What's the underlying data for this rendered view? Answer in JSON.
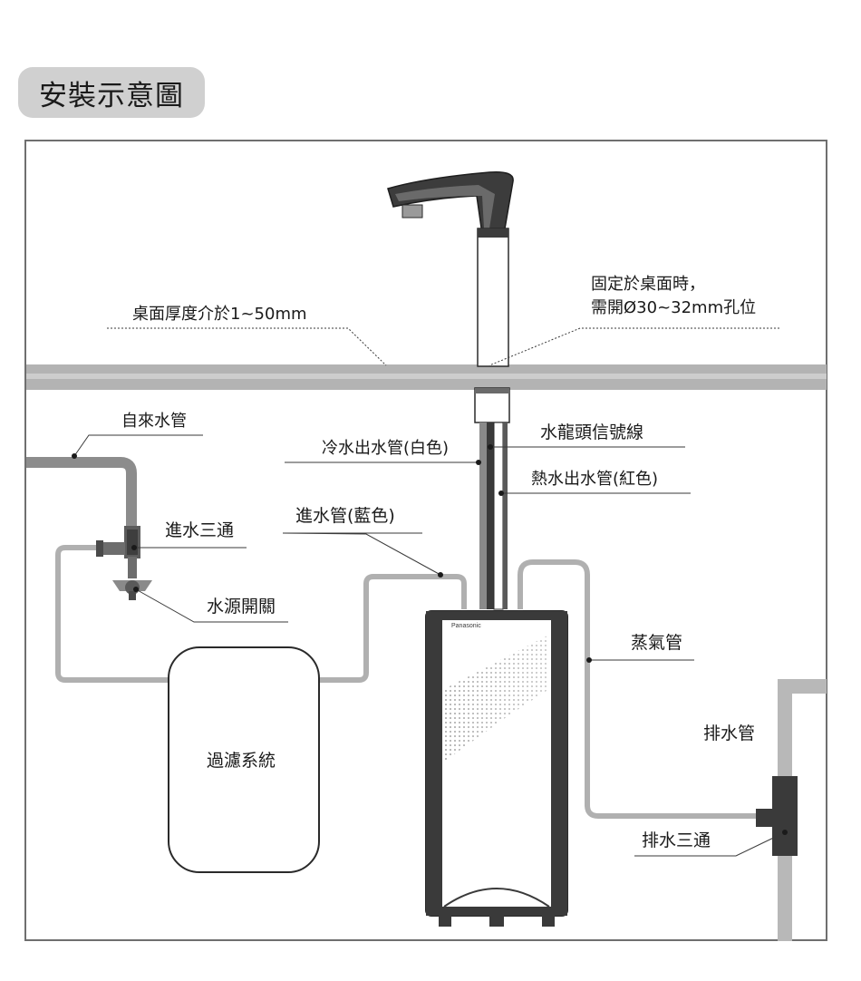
{
  "title": "安裝示意圖",
  "labels": {
    "desk_thickness": "桌面厚度介於1~50mm",
    "desk_hole_line1": "固定於桌面時，",
    "desk_hole_line2": "需開Ø30~32mm孔位",
    "tap_water_pipe": "自來水管",
    "cold_outlet_pipe": "冷水出水管(白色)",
    "faucet_signal_line": "水龍頭信號線",
    "hot_outlet_pipe": "熱水出水管(紅色)",
    "inlet_pipe": "進水管(藍色)",
    "inlet_tee": "進水三通",
    "water_valve": "水源開關",
    "filter_system": "過濾系統",
    "steam_pipe": "蒸氣管",
    "drain_pipe": "排水管",
    "drain_tee": "排水三通"
  },
  "product": {
    "brand": "Panasonic"
  }
}
